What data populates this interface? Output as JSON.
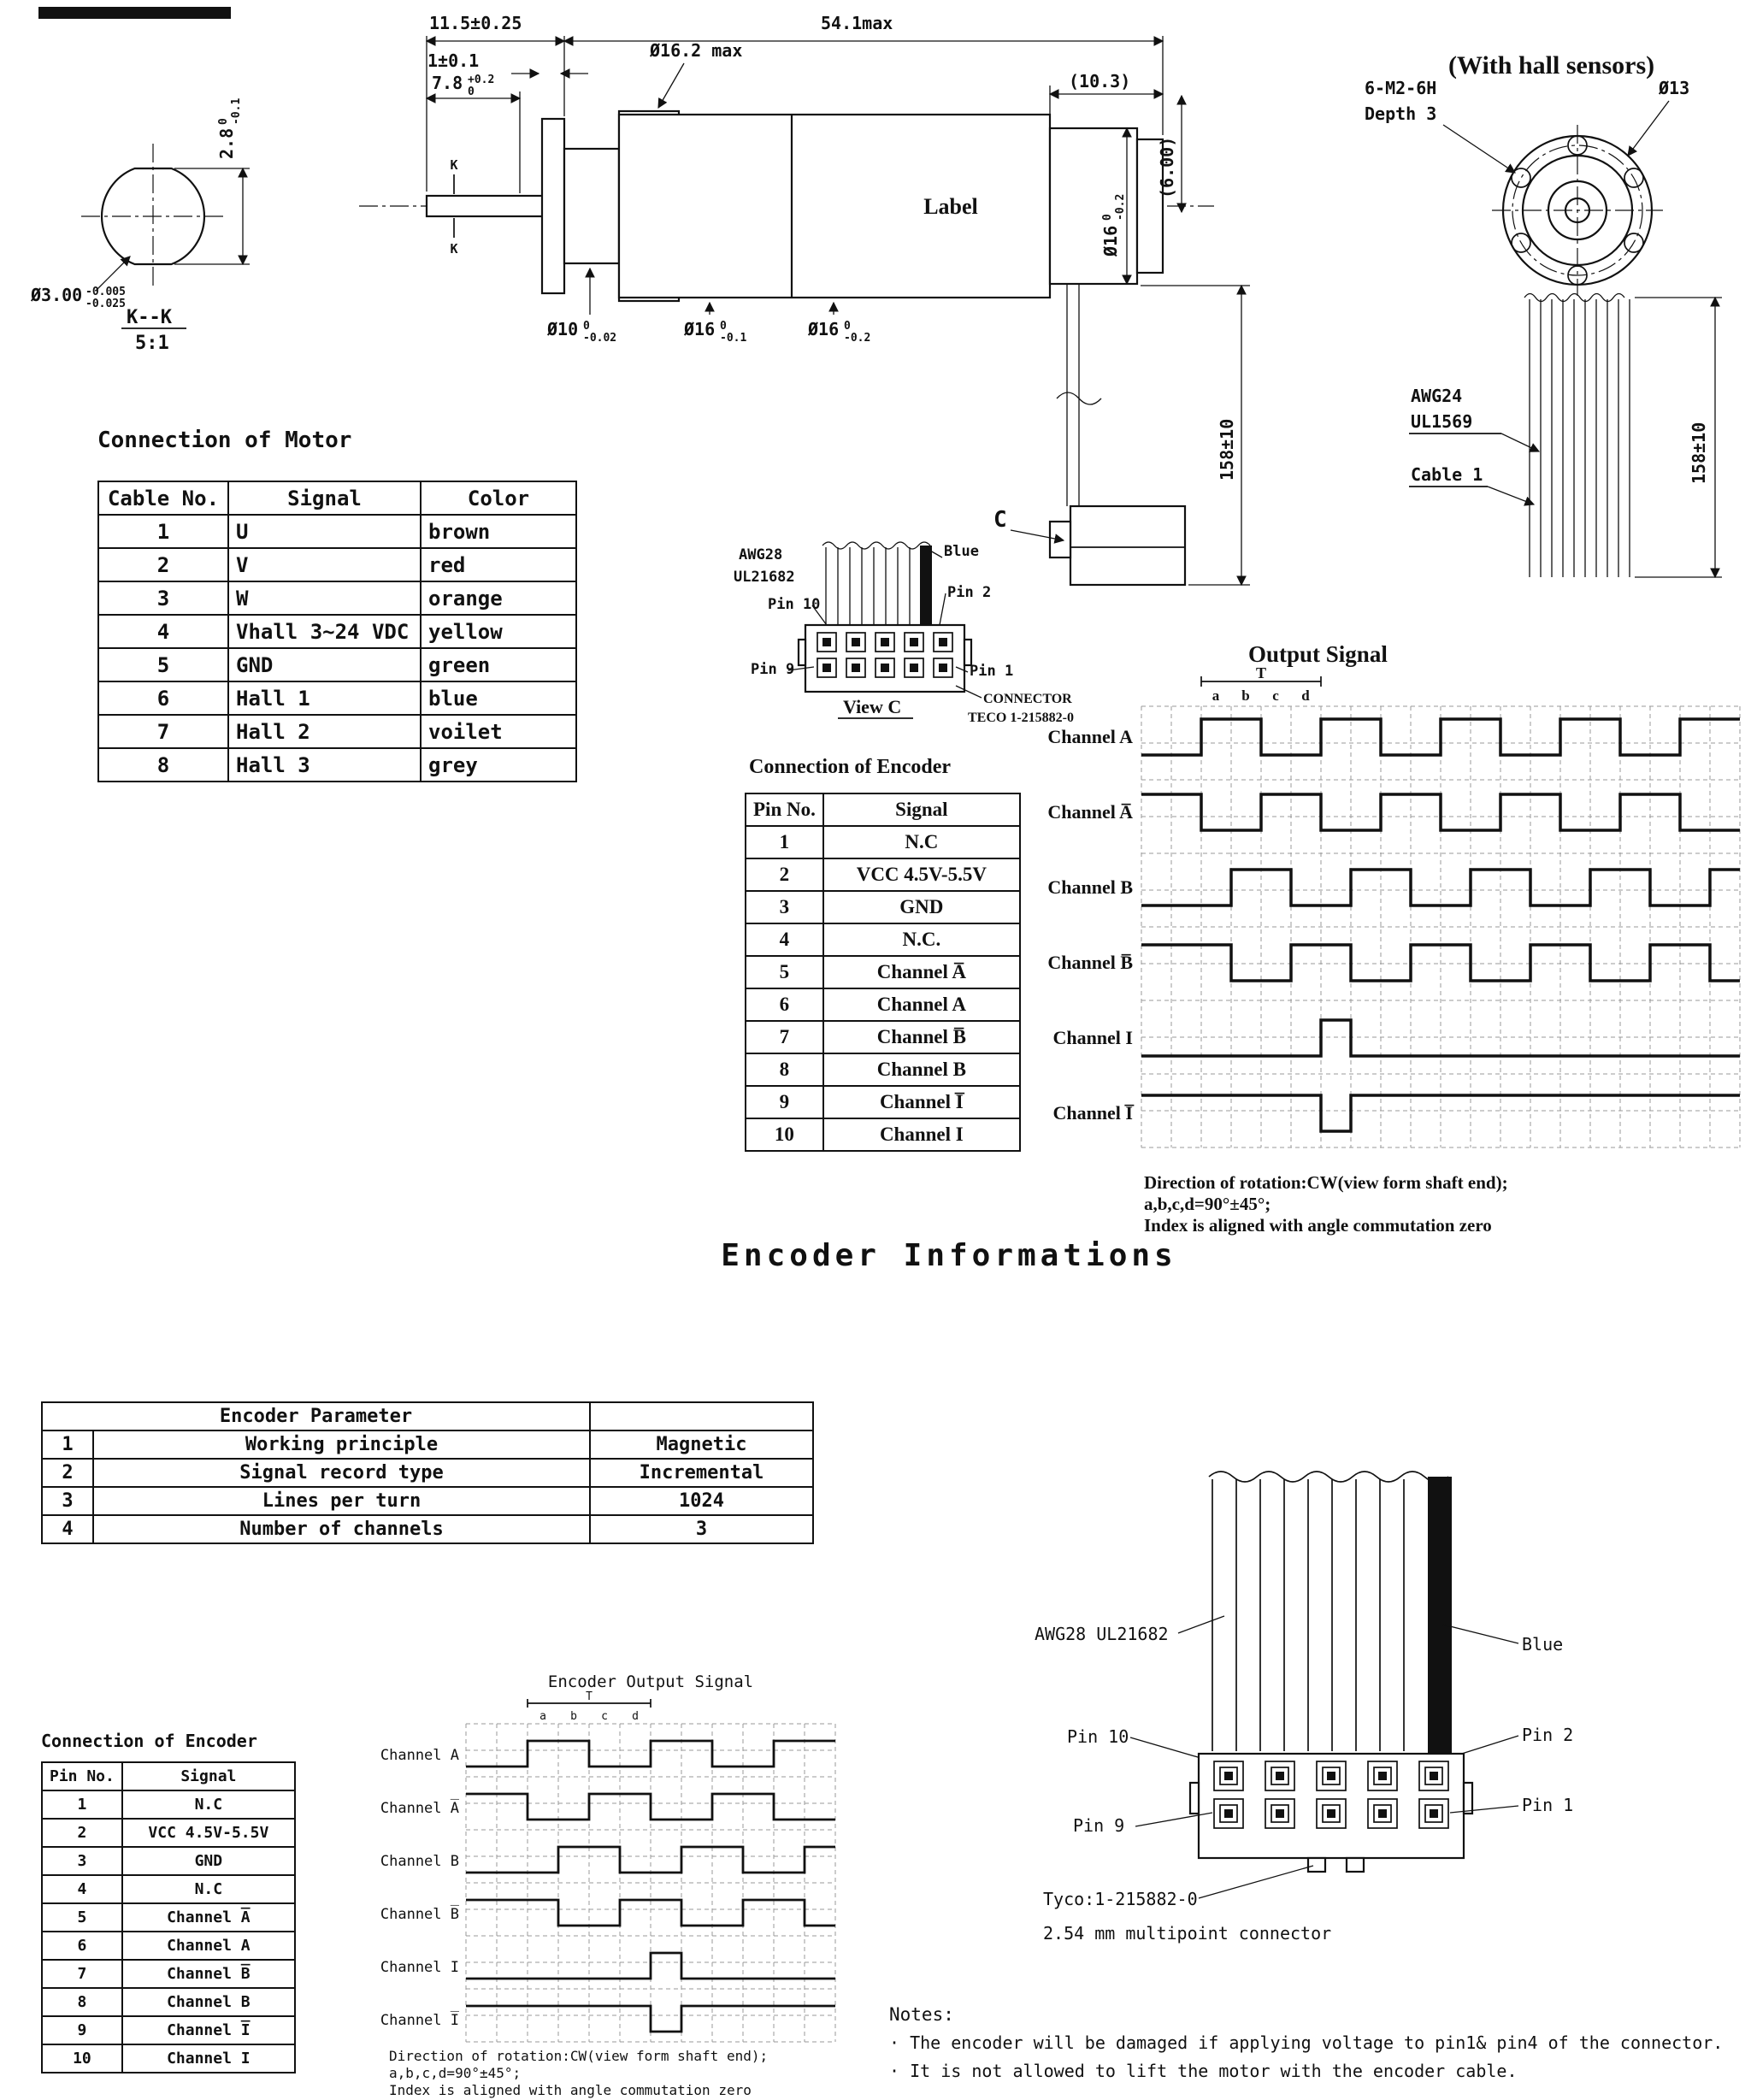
{
  "dims": {
    "shaft_len": "11.5±0.25",
    "shoulder": "1±0.1",
    "step": {
      "main": "7.8",
      "sup": "+0.2",
      "sub": "0"
    },
    "gear_dia_max": "Ø16.2 max",
    "total_len": "54.1max",
    "rear_len": "(10.3)",
    "boss_dia": {
      "main": "Ø10",
      "sup": "0",
      "sub": "-0.02"
    },
    "gear_dia": {
      "main": "Ø16",
      "sup": "0",
      "sub": "-0.1"
    },
    "motor_dia": {
      "main": "Ø16",
      "sup": "0",
      "sub": "-0.2"
    },
    "rear_dia": {
      "main": "Ø16",
      "sup": "0",
      "sub": "-0.2"
    },
    "conn_len": "(6.00)",
    "cable_len": "158±10",
    "shaft_dia": {
      "main": "Ø3.00",
      "sup": "-0.005",
      "sub": "-0.025"
    },
    "flat": {
      "main": "2.8",
      "sup": "0",
      "sub": "-0.1"
    },
    "section": "K--K",
    "scale": "5:1",
    "label": "Label",
    "k_mark": "K",
    "view_c_arrow": "C"
  },
  "front_view": {
    "title": "(With hall sensors)",
    "bolt_spec": "6-M2-6H",
    "bolt_depth": "Depth 3",
    "dia_13": "Ø13",
    "wire_awg": "AWG24",
    "wire_ul": "UL1569",
    "cable": "Cable 1",
    "cable_len": "158±10"
  },
  "motor_table": {
    "title": "Connection of Motor",
    "headers": [
      "Cable No.",
      "Signal",
      "Color"
    ],
    "rows": [
      [
        "1",
        "U",
        "brown"
      ],
      [
        "2",
        "V",
        "red"
      ],
      [
        "3",
        "W",
        "orange"
      ],
      [
        "4",
        "Vhall 3~24 VDC",
        "yellow"
      ],
      [
        "5",
        "GND",
        "green"
      ],
      [
        "6",
        "Hall 1",
        "blue"
      ],
      [
        "7",
        "Hall 2",
        "voilet"
      ],
      [
        "8",
        "Hall 3",
        "grey"
      ]
    ]
  },
  "view_c": {
    "wire_awg": "AWG28",
    "wire_ul": "UL21682",
    "pin10": "Pin 10",
    "pin2": "Pin 2",
    "pin9": "Pin 9",
    "pin1": "Pin 1",
    "blue": "Blue",
    "title": "View C",
    "connector_line1": "CONNECTOR",
    "connector_line2": "TECO 1-215882-0"
  },
  "encoder_table": {
    "title": "Connection of Encoder",
    "headers": [
      "Pin No.",
      "Signal"
    ],
    "rows": [
      [
        "1",
        "N.C"
      ],
      [
        "2",
        "VCC 4.5V-5.5V"
      ],
      [
        "3",
        "GND"
      ],
      [
        "4",
        "N.C."
      ],
      [
        "5",
        "Channel A̅"
      ],
      [
        "6",
        "Channel A"
      ],
      [
        "7",
        "Channel B̅"
      ],
      [
        "8",
        "Channel B"
      ],
      [
        "9",
        "Channel I̅"
      ],
      [
        "10",
        "Channel I"
      ]
    ]
  },
  "output_signal": {
    "title": "Output Signal",
    "period": "T",
    "phases": [
      "a",
      "b",
      "c",
      "d"
    ],
    "channels": [
      "Channel A",
      "Channel A̅",
      "Channel B",
      "Channel B̅",
      "Channel I",
      "Channel I̅"
    ],
    "caption1": "Direction of rotation:CW(view form shaft end);",
    "caption2": "a,b,c,d=90°±45°;",
    "caption3": "Index is aligned with angle commutation zero"
  },
  "main_title": "Encoder Informations",
  "param_table": {
    "title": "Encoder Parameter",
    "rows": [
      [
        "1",
        "Working principle",
        "Magnetic"
      ],
      [
        "2",
        "Signal record type",
        "Incremental"
      ],
      [
        "3",
        "Lines per turn",
        "1024"
      ],
      [
        "4",
        "Number of channels",
        "3"
      ]
    ]
  },
  "encoder_table2": {
    "title": "Connection of Encoder",
    "headers": [
      "Pin No.",
      "Signal"
    ],
    "rows": [
      [
        "1",
        "N.C"
      ],
      [
        "2",
        "VCC 4.5V-5.5V"
      ],
      [
        "3",
        "GND"
      ],
      [
        "4",
        "N.C"
      ],
      [
        "5",
        "Channel A̅"
      ],
      [
        "6",
        "Channel A"
      ],
      [
        "7",
        "Channel B̅"
      ],
      [
        "8",
        "Channel B"
      ],
      [
        "9",
        "Channel I̅"
      ],
      [
        "10",
        "Channel I"
      ]
    ]
  },
  "output_signal2": {
    "title": "Encoder Output Signal",
    "period": "T",
    "phases": [
      "a",
      "b",
      "c",
      "d"
    ],
    "channels": [
      "Channel A",
      "Channel A̅",
      "Channel B",
      "Channel B̅",
      "Channel I",
      "Channel I̅"
    ],
    "caption1": "Direction of rotation:CW(view form shaft end);",
    "caption2": "a,b,c,d=90°±45°;",
    "caption3": "Index is aligned with angle commutation zero"
  },
  "connector2": {
    "wire_label": "AWG28 UL21682",
    "blue": "Blue",
    "pin10": "Pin 10",
    "pin2": "Pin 2",
    "pin9": "Pin 9",
    "pin1": "Pin 1",
    "part": "Tyco:1-215882-0",
    "desc": "2.54 mm multipoint connector"
  },
  "notes": {
    "title": "Notes:",
    "item1": "· The encoder will be damaged if applying voltage to pin1& pin4 of the connector.",
    "item2": "· It is not allowed to lift the motor with the encoder cable."
  }
}
